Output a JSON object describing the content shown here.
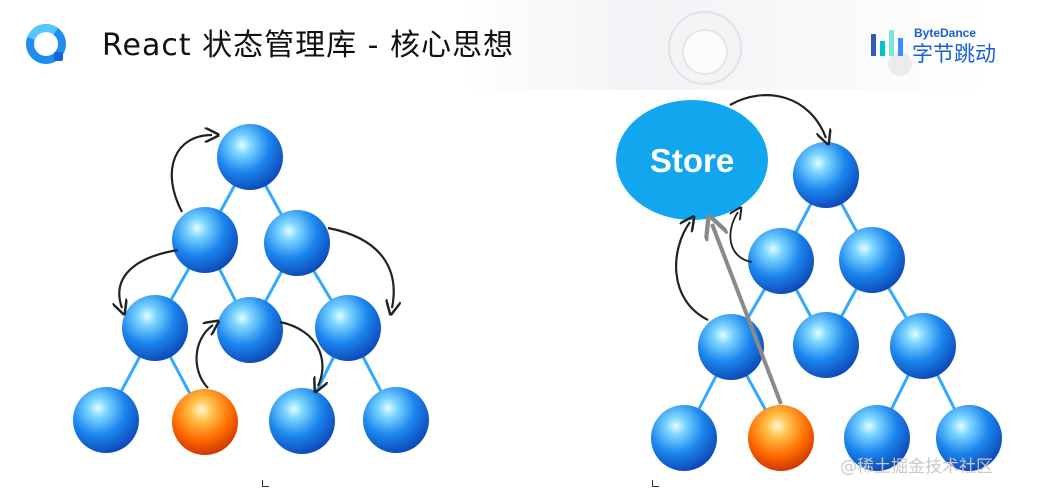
{
  "header": {
    "title": "React 状态管理库 - 核心思想",
    "brand_en": "ByteDance",
    "brand_zh": "字节跳动"
  },
  "diagram": {
    "store_label": "Store",
    "colors": {
      "node_blue": "#1a73e8",
      "node_orange": "#f05a00",
      "store": "#12a6ee",
      "edge": "#33aaff",
      "arrow": "#222222",
      "store_arrow": "#8a8a8a"
    }
  },
  "footer": {
    "watermark": "@稀土掘金技术社区"
  }
}
